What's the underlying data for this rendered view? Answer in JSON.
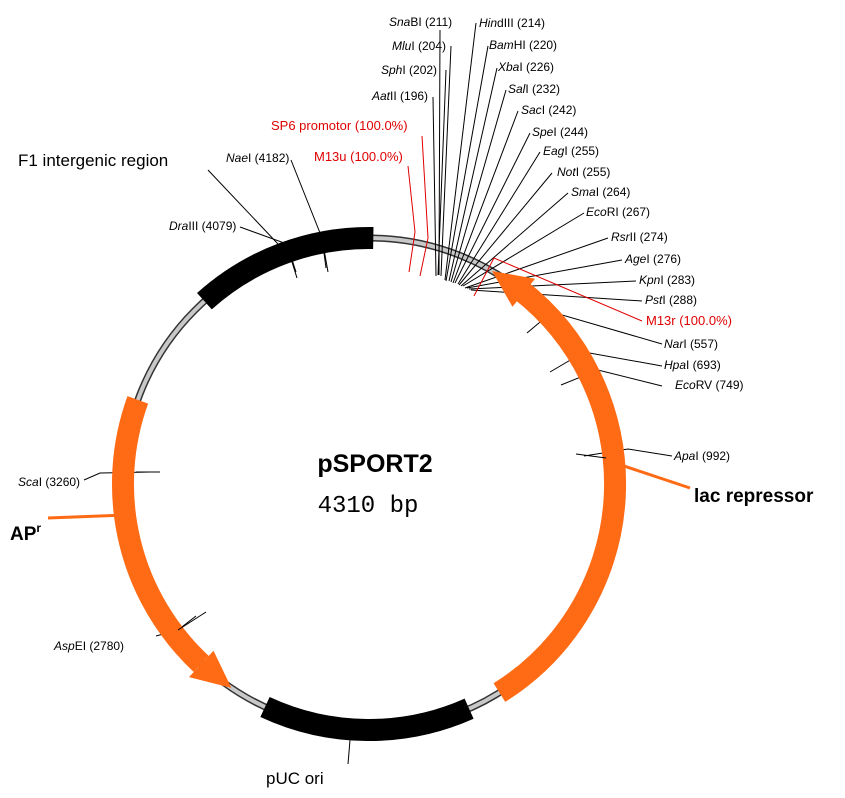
{
  "plasmid": {
    "name": "pSPORT2",
    "size": "4310 bp"
  },
  "features": {
    "f1": "F1 intergenic region",
    "puc": "pUC ori",
    "lac": "lac repressor",
    "ap": "AP",
    "ap_sup": "r"
  },
  "enzymes": [
    {
      "en": "Sna",
      "rest": "BI (211)"
    },
    {
      "en": "Hin",
      "rest": "dIII (214)"
    },
    {
      "en": "Mlu",
      "rest": "I (204)"
    },
    {
      "en": "Bam",
      "rest": "HI (220)"
    },
    {
      "en": "Sph",
      "rest": "I (202)"
    },
    {
      "en": "Xba",
      "rest": "I (226)"
    },
    {
      "en": "Aat",
      "rest": "II (196)"
    },
    {
      "en": "Sal",
      "rest": "I (232)"
    },
    {
      "en": "Sac",
      "rest": "I (242)"
    },
    {
      "en": "Spe",
      "rest": "I (244)"
    },
    {
      "en": "Eag",
      "rest": "I (255)"
    },
    {
      "en": "Not",
      "rest": "I (255)"
    },
    {
      "en": "Sma",
      "rest": "I (264)"
    },
    {
      "en": "Eco",
      "rest": "RI (267)"
    },
    {
      "en": "Rsr",
      "rest": "II (274)"
    },
    {
      "en": "Age",
      "rest": "I (276)"
    },
    {
      "en": "Kpn",
      "rest": "I (283)"
    },
    {
      "en": "Pst",
      "rest": "I (288)"
    },
    {
      "en": "Nar",
      "rest": "I (557)"
    },
    {
      "en": "Hpa",
      "rest": "I (693)"
    },
    {
      "en": "Eco",
      "rest": "RV (749)"
    },
    {
      "en": "Apa",
      "rest": "I (992)"
    },
    {
      "en": "Nae",
      "rest": "I (4182)"
    },
    {
      "en": "Dra",
      "rest": "III (4079)"
    },
    {
      "en": "Sca",
      "rest": "I (3260)"
    },
    {
      "en": "Asp",
      "rest": "EI (2780)"
    }
  ],
  "primers": [
    {
      "label": "SP6 promotor (100.0%)"
    },
    {
      "label": "M13u (100.0%)"
    },
    {
      "label": "M13r (100.0%)"
    }
  ],
  "colors": {
    "arrow": "#ff6a14",
    "block": "#000000",
    "primer": "#e00000",
    "backbone": "#c8c8c8"
  }
}
